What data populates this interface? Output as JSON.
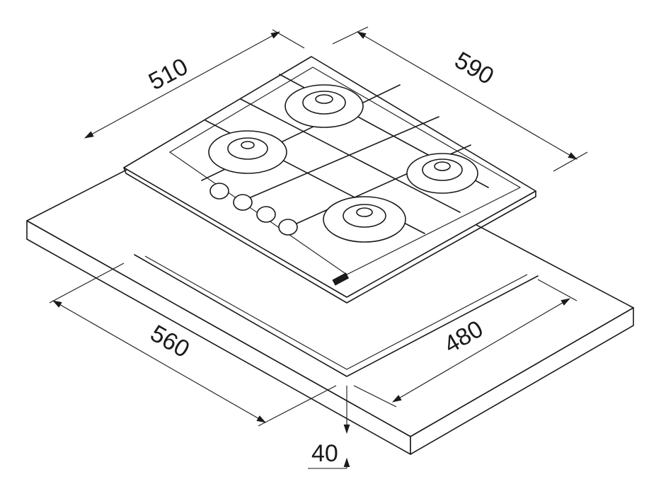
{
  "dimensions": {
    "hob_depth": "510",
    "hob_width": "590",
    "cutout_width": "560",
    "cutout_depth": "480",
    "countertop_thickness": "40"
  }
}
